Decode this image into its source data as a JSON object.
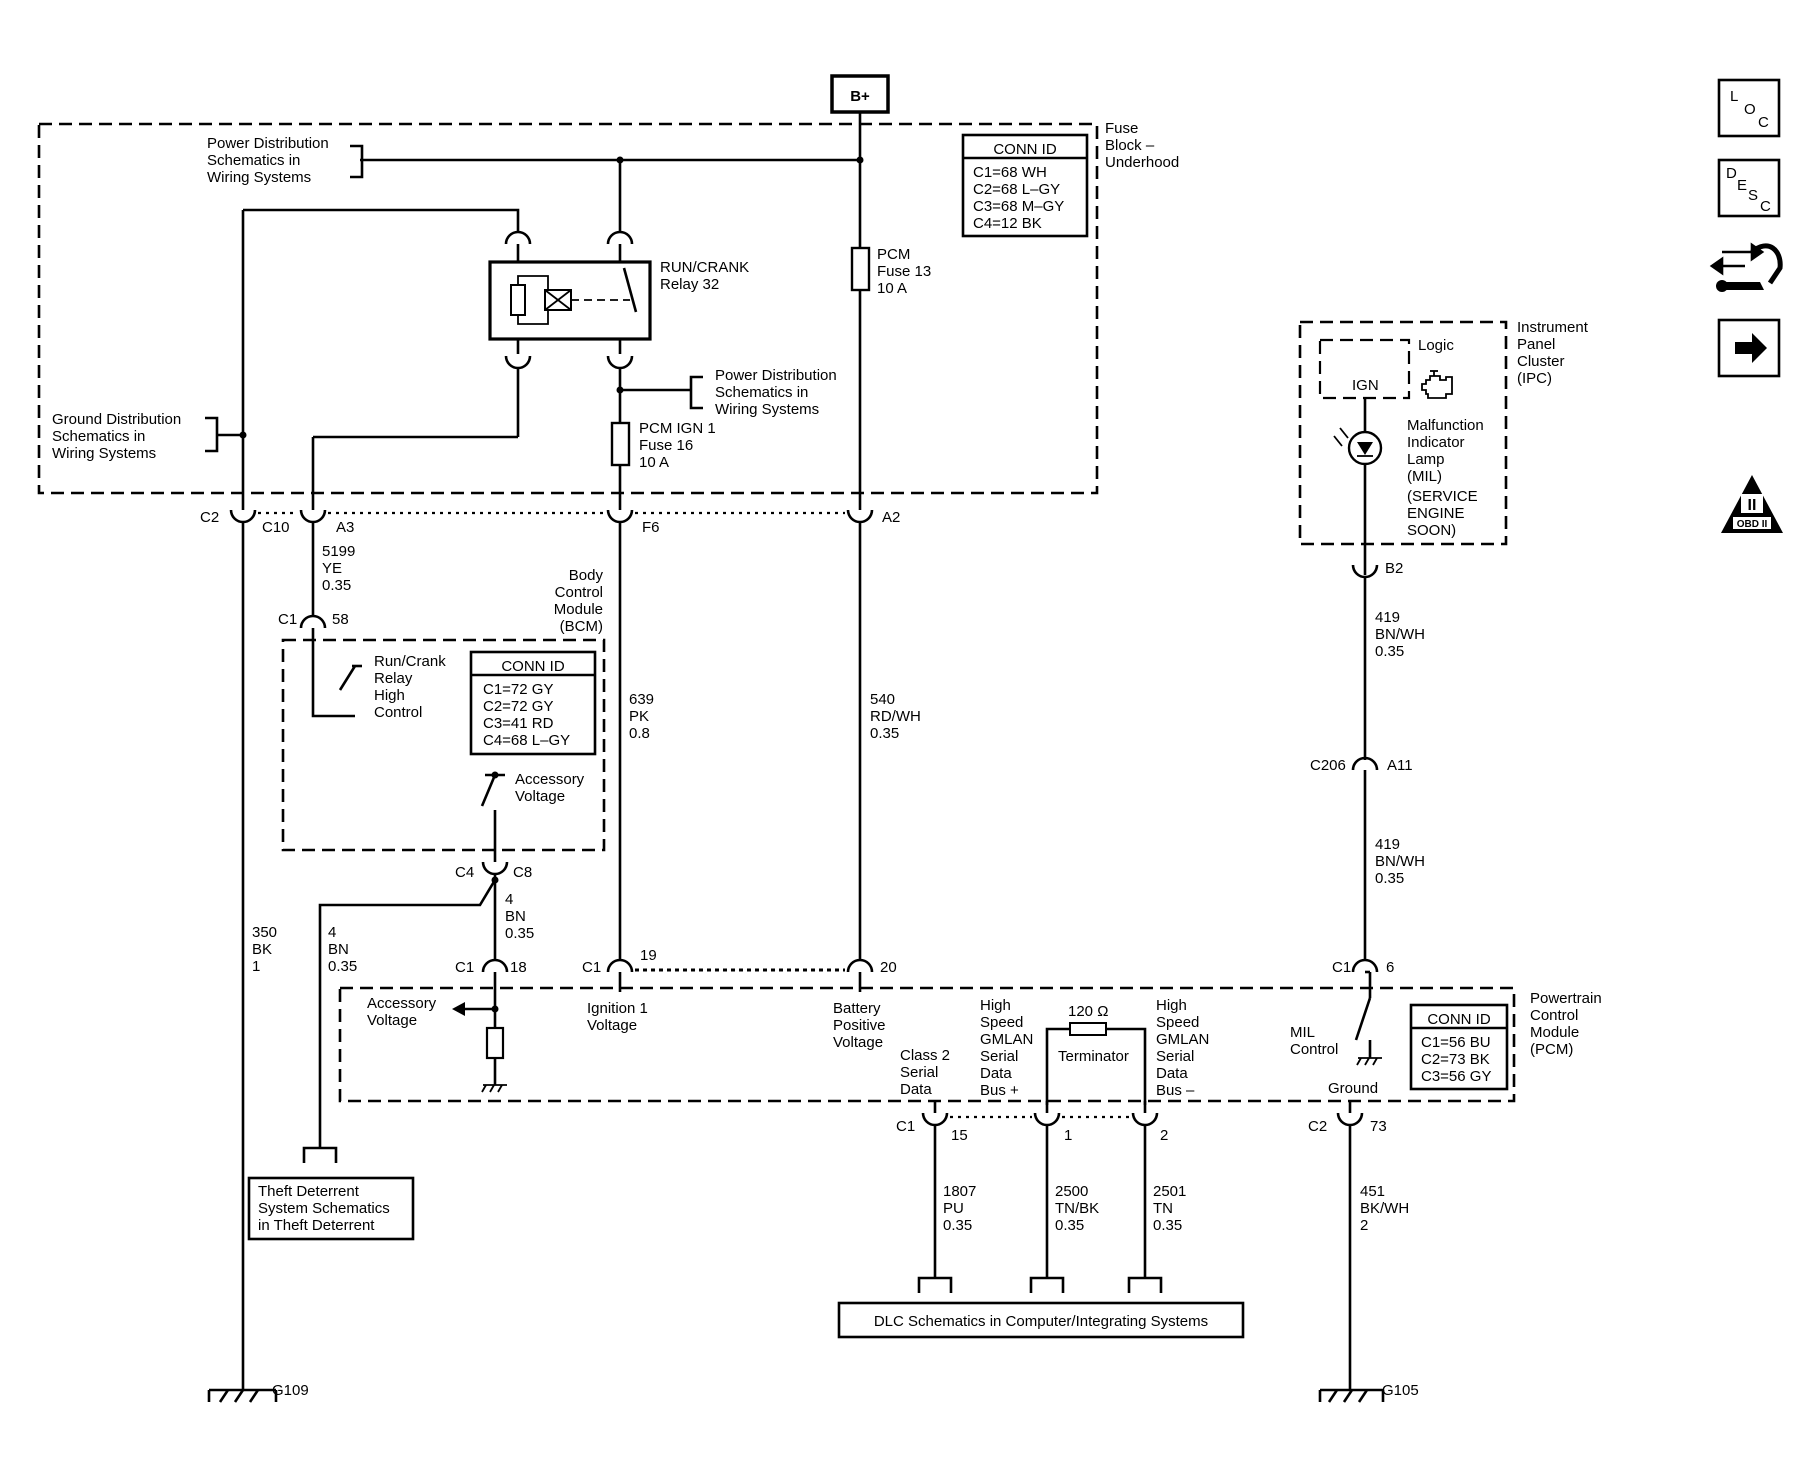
{
  "battery_label": "B+",
  "labels": {
    "pd_ref_top": [
      "Power Distribution",
      "Schematics in",
      "Wiring Systems"
    ],
    "fuse_block": [
      "Fuse",
      "Block –",
      "Underhood"
    ],
    "fuse_block_conn_title": "CONN ID",
    "fuse_block_conn": [
      "C1=68 WH",
      "C2=68 L–GY",
      "C3=68 M–GY",
      "C4=12 BK"
    ],
    "relay": [
      "RUN/CRANK",
      "Relay 32"
    ],
    "pcm_fuse": [
      "PCM",
      "Fuse 13",
      "10 A"
    ],
    "pd_ref_mid": [
      "Power Distribution",
      "Schematics in",
      "Wiring Systems"
    ],
    "ground_ref": [
      "Ground Distribution",
      "Schematics in",
      "Wiring Systems"
    ],
    "ign_fuse": [
      "PCM IGN 1",
      "Fuse 16",
      "10 A"
    ],
    "c2": "C2",
    "c10": "C10",
    "a3": "A3",
    "f6": "F6",
    "a2": "A2",
    "wire_5199": [
      "5199",
      "YE",
      "0.35"
    ],
    "bcm": [
      "Body",
      "Control",
      "Module",
      "(BCM)"
    ],
    "bcm_c1": "C1",
    "bcm_58": "58",
    "bcm_relay_ctrl": [
      "Run/Crank",
      "Relay",
      "High",
      "Control"
    ],
    "bcm_conn_title": "CONN ID",
    "bcm_conn": [
      "C1=72 GY",
      "C2=72 GY",
      "C3=41 RD",
      "C4=68 L–GY"
    ],
    "bcm_acc": [
      "Accessory",
      "Voltage"
    ],
    "c4": "C4",
    "c8": "C8",
    "wire_639": [
      "639",
      "PK",
      "0.8"
    ],
    "wire_540": [
      "540",
      "RD/WH",
      "0.35"
    ],
    "wire_350": [
      "350",
      "BK",
      "1"
    ],
    "wire_4bn_left": [
      "4",
      "BN",
      "0.35"
    ],
    "wire_4bn_right": [
      "4",
      "BN",
      "0.35"
    ],
    "pcm_c1_a": "C1",
    "pin_18": "18",
    "pcm_c1_b": "C1",
    "pin_19": "19",
    "pin_20": "20",
    "pcm_acc": [
      "Accessory",
      "Voltage"
    ],
    "pcm_ign": [
      "Ignition 1",
      "Voltage"
    ],
    "pcm_batt": [
      "Battery",
      "Positive",
      "Voltage"
    ],
    "pcm_class2": [
      "Class 2",
      "Serial",
      "Data"
    ],
    "pcm_hs_plus": [
      "High",
      "Speed",
      "GMLAN",
      "Serial",
      "Data",
      "Bus +"
    ],
    "terminator_value": "120 Ω",
    "terminator": "Terminator",
    "pcm_hs_minus": [
      "High",
      "Speed",
      "GMLAN",
      "Serial",
      "Data",
      "Bus –"
    ],
    "mil_control": [
      "MIL",
      "Control"
    ],
    "pcm_ground": "Ground",
    "pcm_conn_title": "CONN ID",
    "pcm_conn": [
      "C1=56 BU",
      "C2=73 BK",
      "C3=56 GY"
    ],
    "pcm": [
      "Powertrain",
      "Control",
      "Module",
      "(PCM)"
    ],
    "ipc": [
      "Instrument",
      "Panel",
      "Cluster",
      "(IPC)"
    ],
    "ipc_logic": "Logic",
    "ipc_ign": "IGN",
    "mil": [
      "Malfunction",
      "Indicator",
      "Lamp",
      "(MIL)",
      "(SERVICE",
      "ENGINE",
      "SOON)"
    ],
    "b2": "B2",
    "wire_419_top": [
      "419",
      "BN/WH",
      "0.35"
    ],
    "c206": "C206",
    "a11": "A11",
    "wire_419_bottom": [
      "419",
      "BN/WH",
      "0.35"
    ],
    "ipc_c1": "C1",
    "pin_6": "6",
    "pcm_c1_c": "C1",
    "pin_15": "15",
    "pin_1": "1",
    "pin_2": "2",
    "pcm_c2": "C2",
    "pin_73": "73",
    "wire_1807": [
      "1807",
      "PU",
      "0.35"
    ],
    "wire_2500": [
      "2500",
      "TN/BK",
      "0.35"
    ],
    "wire_2501": [
      "2501",
      "TN",
      "0.35"
    ],
    "wire_451": [
      "451",
      "BK/WH",
      "2"
    ],
    "theft_ref": [
      "Theft Deterrent",
      "System Schematics",
      "in Theft Deterrent"
    ],
    "dlc_ref": "DLC Schematics in Computer/Integrating Systems",
    "g109": "G109",
    "g105": "G105"
  },
  "side_icons": {
    "loc": [
      "L",
      "O",
      "C"
    ],
    "desc": [
      "D",
      "E",
      "S",
      "C"
    ],
    "connector_icon": "connector-repair-icon",
    "next_icon": "arrow-right-icon",
    "obd_ii": [
      "II",
      "OBD II"
    ]
  }
}
